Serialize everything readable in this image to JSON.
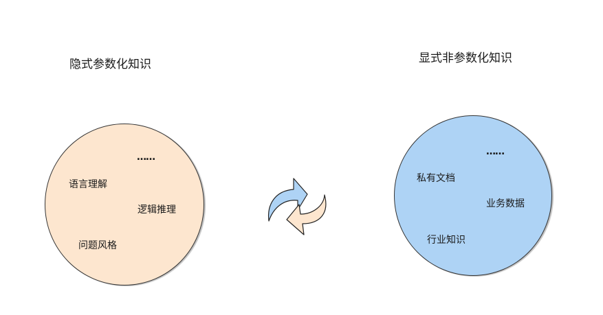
{
  "left": {
    "title": "隐式参数化知识",
    "fill": "#fde6cf",
    "items": [
      "语言理解",
      "逻辑推理",
      "问题风格"
    ],
    "ellipsis": "……"
  },
  "right": {
    "title": "显式非参数化知识",
    "fill": "#aed3f5",
    "items": [
      "私有文档",
      "业务数据",
      "行业知识"
    ],
    "ellipsis": "……"
  },
  "center": {
    "icon": "exchange-arrows-icon",
    "arrow_colors": [
      "#aed3f5",
      "#fde6cf"
    ]
  }
}
